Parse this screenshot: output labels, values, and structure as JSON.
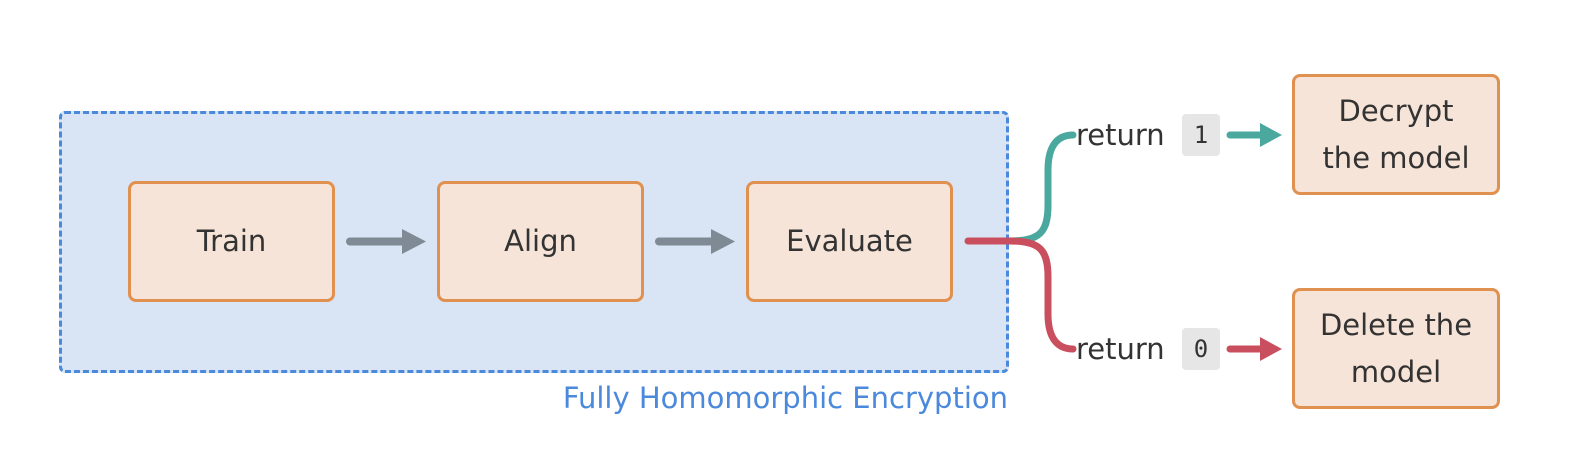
{
  "region": {
    "label": "Fully Homomorphic Encryption"
  },
  "steps": [
    {
      "label": "Train"
    },
    {
      "label": "Align"
    },
    {
      "label": "Evaluate"
    }
  ],
  "branches": {
    "success": {
      "keyword": "return",
      "value": "1",
      "target": "Decrypt the model",
      "color": "#4aa89f"
    },
    "failure": {
      "keyword": "return",
      "value": "0",
      "target": "Delete the model",
      "color": "#c94f5e"
    }
  },
  "colors": {
    "flow_arrow": "#7f8a94",
    "region_fill": "#d9e5f4",
    "region_border": "#4a89dc",
    "box_fill": "#f7e4d8",
    "box_border": "#e09150"
  }
}
